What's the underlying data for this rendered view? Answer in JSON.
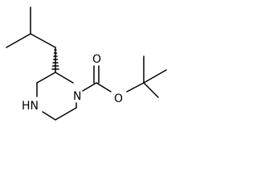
{
  "molecule": {
    "atoms": {
      "nitrogen_1": "N",
      "nitrogen_4": "HN",
      "carbonyl_oxygen": "O",
      "ester_oxygen": "O"
    }
  },
  "colors": {
    "bond": "#000000",
    "text": "#000000",
    "background": "#ffffff"
  }
}
